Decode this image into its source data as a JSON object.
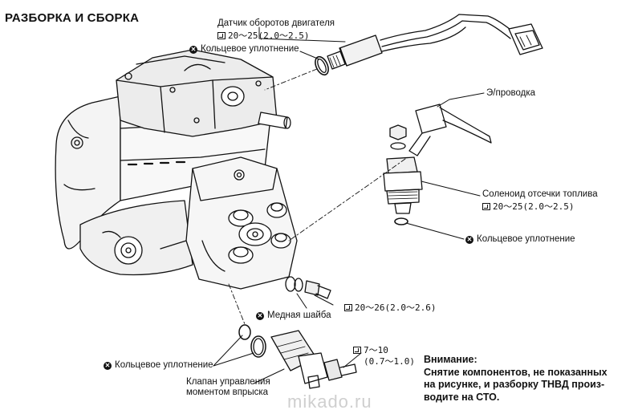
{
  "title": "РАЗБОРКА И СБОРКА",
  "labels": {
    "speed_sensor": "Датчик оборотов двигателя",
    "speed_sensor_torque": "20～25(2.0～2.5)",
    "oring_top": "Кольцевое уплотнение",
    "wiring": "Э/проводка",
    "fuel_cut_solenoid": "Соленоид отсечки топлива",
    "solenoid_torque": "20～25(2.0～2.5)",
    "oring_right": "Кольцевое уплотнение",
    "bolt_torque": "20～26(2.0～2.6)",
    "copper_washer": "Медная шайба",
    "oring_bottom": "Кольцевое уплотнение",
    "valve_line1": "Клапан управления",
    "valve_line2": "моментом впрыска",
    "valve_torque_line1": "7～10",
    "valve_torque_line2": "(0.7～1.0)"
  },
  "note": {
    "heading": "Внимание:",
    "line1": "Снятие компонентов, не показанных",
    "line2": "на рисунке, и разборку ТНВД произ-",
    "line3": "водите на СТО."
  },
  "watermark": "mikado.ru",
  "icons": {
    "torque": "torque-wrench-icon",
    "replace": "replace-part-icon"
  }
}
